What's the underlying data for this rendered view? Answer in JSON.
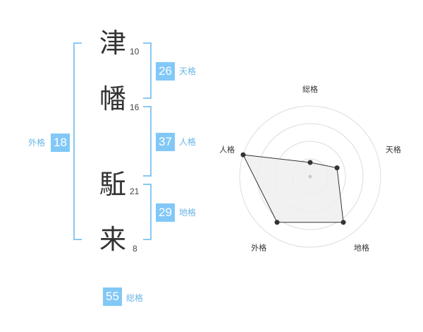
{
  "name": {
    "chars": [
      {
        "char": "津",
        "strokes": "10"
      },
      {
        "char": "幡",
        "strokes": "16"
      },
      {
        "char": "駈",
        "strokes": "21"
      },
      {
        "char": "来",
        "strokes": "8"
      }
    ]
  },
  "fortune": {
    "tenkaku": {
      "value": "26",
      "label": "天格"
    },
    "jinkaku": {
      "value": "37",
      "label": "人格"
    },
    "chikaku": {
      "value": "29",
      "label": "地格"
    },
    "gaikaku": {
      "value": "18",
      "label": "外格"
    },
    "soukaku": {
      "value": "55",
      "label": "総格"
    }
  },
  "colors": {
    "accent": "#82c8f7",
    "bracket": "#8ac9f2",
    "label": "#69b5e6",
    "radar_fill": "#eeeeee",
    "radar_stroke": "#333333",
    "ring": "#dddddd"
  },
  "chart_data": {
    "type": "radar",
    "axes": [
      "総格",
      "天格",
      "地格",
      "外格",
      "人格"
    ],
    "values": [
      1,
      2,
      4,
      4,
      5
    ],
    "range": [
      0,
      5
    ],
    "rings": 4
  }
}
